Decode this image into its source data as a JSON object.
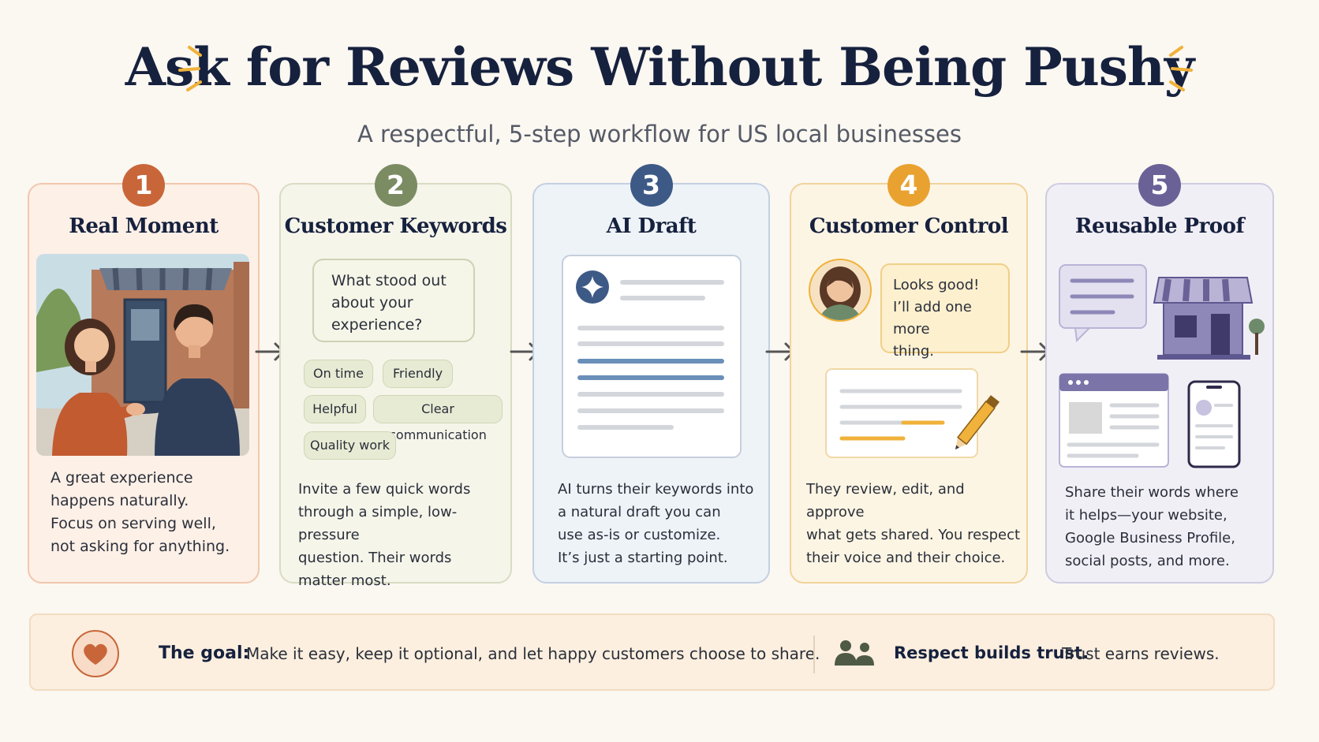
{
  "header": {
    "title": "Ask for Reviews Without Being Pushy",
    "subtitle": "A respectful, 5-step workflow for US local businesses"
  },
  "steps": [
    {
      "number": "1",
      "title": "Real Moment",
      "description": [
        "A great experience",
        "happens naturally.",
        "Focus on serving well,",
        "not asking for anything."
      ],
      "color": "#c8663a",
      "illustration": "handshake-storefront"
    },
    {
      "number": "2",
      "title": "Customer Keywords",
      "prompt": [
        "What stood out",
        "about your",
        "experience?"
      ],
      "keywords": [
        "On time",
        "Friendly",
        "Helpful",
        "Clear communication",
        "Quality work"
      ],
      "description": [
        "Invite a few quick words",
        "through a simple, low-pressure",
        "question. Their words",
        "matter most."
      ],
      "color": "#7b8c63"
    },
    {
      "number": "3",
      "title": "AI Draft",
      "description": [
        "AI turns their keywords into",
        "a natural draft you can",
        "use as-is or customize.",
        "It’s just a starting point."
      ],
      "color": "#3d5a86",
      "illustration": "sparkle-document"
    },
    {
      "number": "4",
      "title": "Customer Control",
      "reply": [
        "Looks good!",
        "I’ll add one more",
        "thing."
      ],
      "description": [
        "They review, edit, and approve",
        "what gets shared. You respect",
        "their voice and their choice."
      ],
      "color": "#e9a22f",
      "illustration": "avatar-edit-pencil"
    },
    {
      "number": "5",
      "title": "Reusable Proof",
      "description": [
        "Share their words where",
        "it helps—your website,",
        "Google Business Profile,",
        "social posts, and more."
      ],
      "color": "#6a6296",
      "illustration": "chat-store-website-phone"
    }
  ],
  "footer": {
    "goal_label": "The goal:",
    "goal_text": "Make it easy, keep it optional, and let happy customers choose to share.",
    "trust_label": "Respect builds trust.",
    "trust_text": "Trust earns reviews.",
    "icons": [
      "heart-icon",
      "people-icon"
    ]
  },
  "colors": {
    "background": "#fbf7f1",
    "title": "#16213e",
    "accent": "#e9a22f"
  }
}
